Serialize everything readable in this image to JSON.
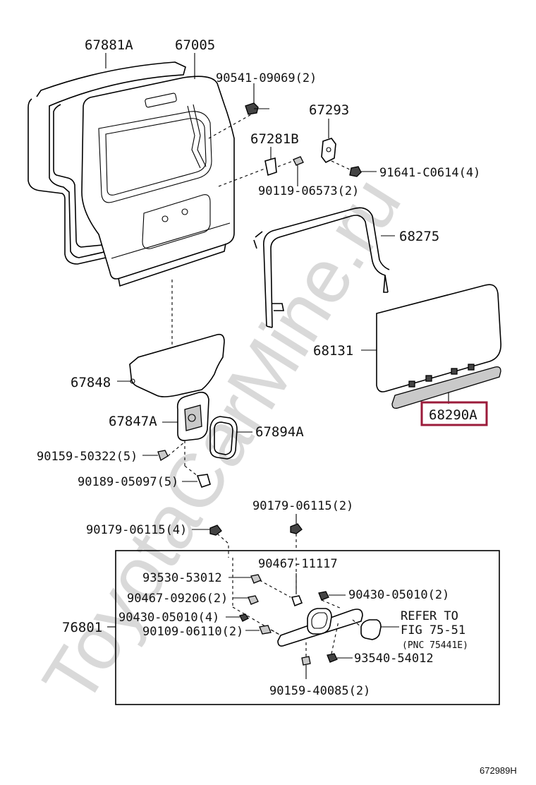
{
  "watermark": "ToyotaCarMine.ru",
  "diagram_code": "672989H",
  "labels": {
    "p67881A": "67881A",
    "p67005": "67005",
    "p90541": "90541-09069(2)",
    "p67293": "67293",
    "p67281B": "67281B",
    "p91641": "91641-C0614(4)",
    "p90119": "90119-06573(2)",
    "p68275": "68275",
    "p68131": "68131",
    "p67848": "67848",
    "p68290A": "68290A",
    "p67847A": "67847A",
    "p67894A": "67894A",
    "p90159a": "90159-50322(5)",
    "p90189": "90189-05097(5)",
    "p90179b": "90179-06115(2)",
    "p90179a": "90179-06115(4)",
    "p90467a": "90467-11117",
    "p93530": "93530-53012",
    "p90430b": "90430-05010(2)",
    "p90467b": "90467-09206(2)",
    "p76801": "76801",
    "p90430a": "90430-05010(4)",
    "refer1": "REFER TO",
    "refer2": "FIG 75-51",
    "refer3": "(PNC 75441E)",
    "p90109": "90109-06110(2)",
    "p93540": "93540-54012",
    "p90159b": "90159-40085(2)"
  },
  "highlight_color": "#9b1b3a"
}
